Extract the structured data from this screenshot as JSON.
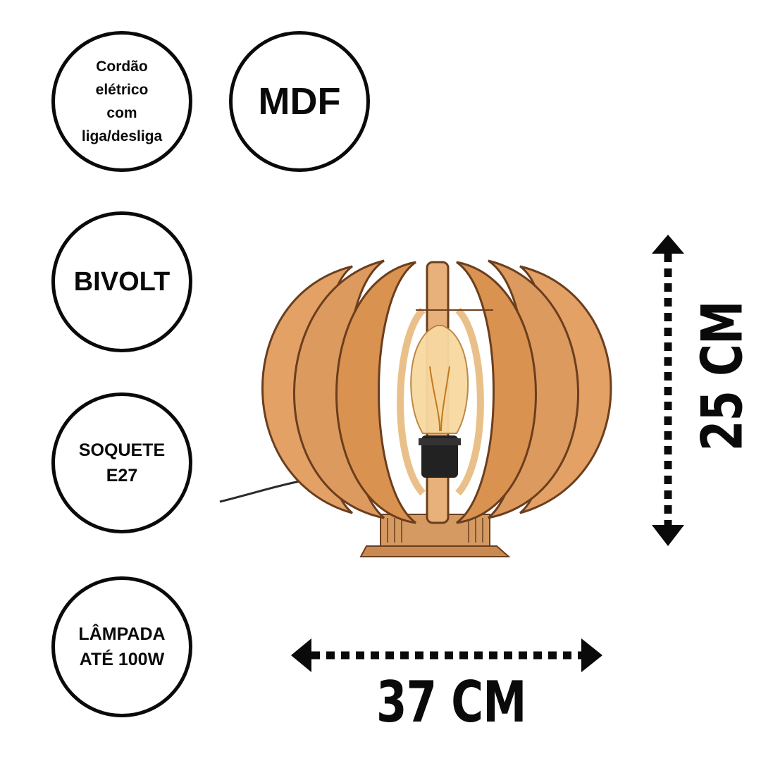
{
  "badges": {
    "cord": [
      "Cordão",
      "elétrico",
      "com",
      "liga/desliga"
    ],
    "material": "MDF",
    "voltage": "BIVOLT",
    "socket": [
      "SOQUETE",
      "E27"
    ],
    "bulb": [
      "LÂMPADA",
      "ATÉ 100W"
    ]
  },
  "dimensions": {
    "height": "25 CM",
    "width": "37 CM"
  },
  "icons": {
    "width_arrow": "double-arrow-horizontal-icon",
    "height_arrow": "double-arrow-vertical-icon"
  },
  "colors": {
    "ink": "#0a0a0a",
    "wood": "#d9924f",
    "wood_dark": "#6b3e1e",
    "wood_light": "#eac08a"
  }
}
